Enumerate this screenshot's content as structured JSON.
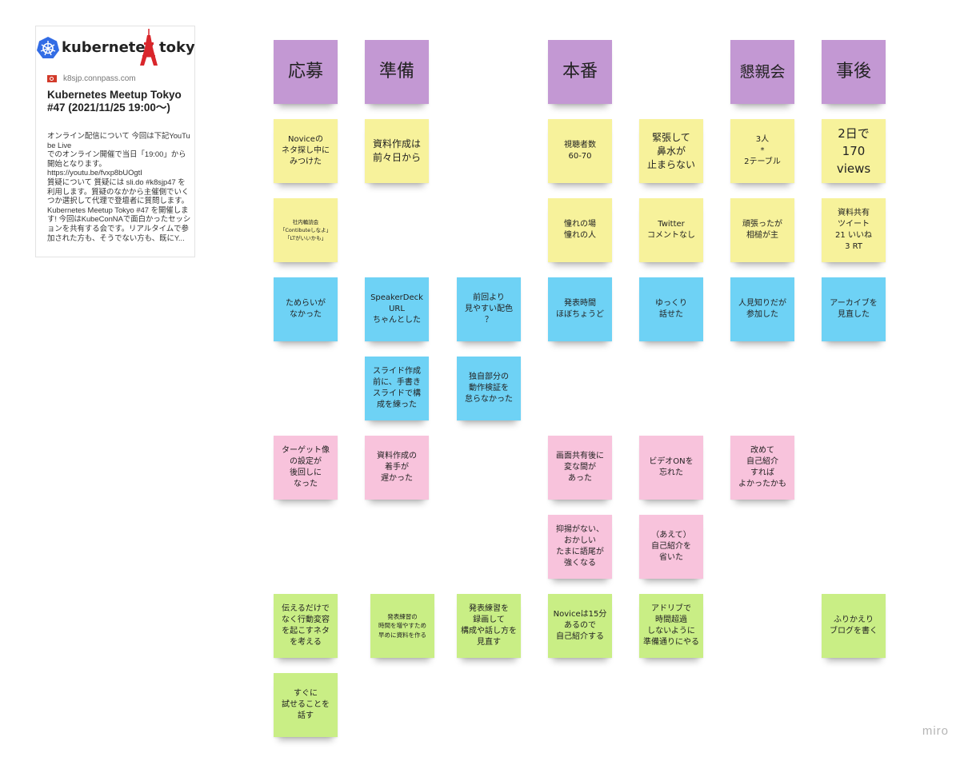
{
  "link_card": {
    "logo_text_left": "kubernetes",
    "logo_text_right": "tokyo",
    "domain": "k8sjp.connpass.com",
    "title": "Kubernetes Meetup Tokyo #47 (2021/11/25 19:00〜)",
    "description": "オンライン配信について 今回は下記YouTube Live\nでのオンライン開催で当日「19:00」から開始となります。\nhttps://youtu.be/fvxp8bUOgtI\n質疑について 質疑には sli.do #k8sjp47 を利用します。質疑のなかから主催側でいくつか選択して代理で登壇者に質問します。 Kubernetes Meetup Tokyo #47 を開催します! 今回はKubeConNAで面白かったセッションを共有する会です。リアルタイムで参加された方も、そうでない方も、既にY..."
  },
  "headers": [
    "応募",
    "準備",
    "本番",
    "懇親会",
    "事後"
  ],
  "notes": {
    "n1": "Noviceの\nネタ探し中に\nみつけた",
    "n2": "資料作成は\n前々日から",
    "n3": "視聴者数\n60-70",
    "n4": "緊張して\n鼻水が\n止まらない",
    "n5": "3人\n*\n2テーブル",
    "n6": "2日で\n170\nviews",
    "n7": "社内輪読会\n「Contibuteしなよ」\n「LTがいいかも」",
    "n8": "憧れの場\n憧れの人",
    "n9": "Twitter\nコメントなし",
    "n10": "頑張ったが\n相槌が主",
    "n11": "資料共有\nツイート\n21 いいね\n3 RT",
    "n12": "ためらいが\nなかった",
    "n13": "SpeakerDeck\nURL\nちゃんとした",
    "n14": "前回より\n見やすい配色\n？",
    "n15": "発表時間\nほぼちょうど",
    "n16": "ゆっくり\n話せた",
    "n17": "人見知りだが\n参加した",
    "n18": "アーカイブを\n見直した",
    "n19": "スライド作成\n前に、手書き\nスライドで構\n成を練った",
    "n20": "独自部分の\n動作検証を\n怠らなかった",
    "n21": "ターゲット像\nの設定が\n後回しに\nなった",
    "n22": "資料作成の\n着手が\n遅かった",
    "n23": "画面共有後に\n変な間が\nあった",
    "n24": "ビデオONを\n忘れた",
    "n25": "改めて\n自己紹介\nすれば\nよかったかも",
    "n26": "抑揚がない、\nおかしい\nたまに語尾が\n強くなる",
    "n27": "（あえて）\n自己紹介を\n省いた",
    "n28": "伝えるだけで\nなく行動変容\nを起こすネタ\nを考える",
    "n29": "発表練習の\n時間を増やすため\n早めに資料を作る",
    "n30": "発表練習を\n録画して\n構成や話し方を\n見直す",
    "n31": "Noviceは15分\nあるので\n自己紹介する",
    "n32": "アドリブで\n時間超過\nしないように\n準備通りにやる",
    "n33": "ふりかえり\nブログを書く",
    "n34": "すぐに\n試せることを\n話す"
  },
  "watermark": "miro",
  "colors": {
    "header": "#c398d3",
    "yellow": "#f7f29b",
    "blue": "#6ed2f5",
    "pink": "#f8c3dc",
    "green": "#c9ee85"
  },
  "icons": [
    "kubernetes-logo-icon",
    "tokyo-tower-icon",
    "connpass-favicon-icon"
  ]
}
